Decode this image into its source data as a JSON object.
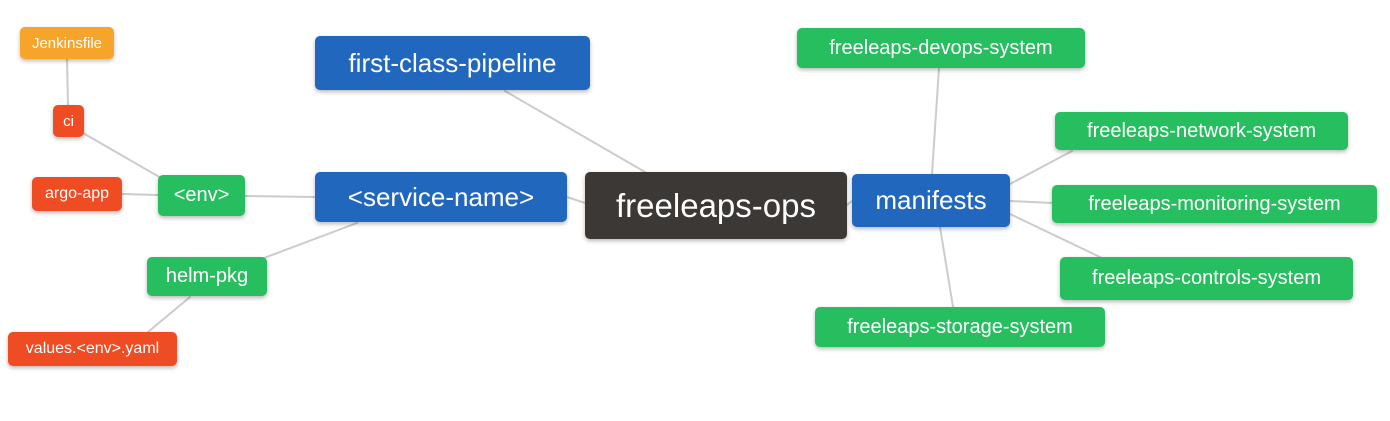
{
  "diagram": {
    "type": "mindmap",
    "root_label": "freeleaps-ops",
    "colors": {
      "orange": "#F7A42B",
      "red": "#F04C23",
      "green": "#27BE60",
      "blue": "#2267BE",
      "dark": "#3B3836",
      "edge": "#CCCCCC",
      "node_text": "#FFFFFF",
      "background": "#FFFFFF"
    },
    "nodes": {
      "jenkinsfile": {
        "label": "Jenkinsfile",
        "color": "orange"
      },
      "ci": {
        "label": "ci",
        "color": "red"
      },
      "argo_app": {
        "label": "argo-app",
        "color": "red"
      },
      "env": {
        "label": "<env>",
        "color": "green"
      },
      "helm_pkg": {
        "label": "helm-pkg",
        "color": "green"
      },
      "values_env_yaml": {
        "label": "values.<env>.yaml",
        "color": "red"
      },
      "first_class_pipeline": {
        "label": "first-class-pipeline",
        "color": "blue"
      },
      "service_name": {
        "label": "<service-name>",
        "color": "blue"
      },
      "freeleaps_ops": {
        "label": "freeleaps-ops",
        "color": "dark"
      },
      "manifests": {
        "label": "manifests",
        "color": "blue"
      },
      "devops_system": {
        "label": "freeleaps-devops-system",
        "color": "green"
      },
      "network_system": {
        "label": "freeleaps-network-system",
        "color": "green"
      },
      "monitoring_system": {
        "label": "freeleaps-monitoring-system",
        "color": "green"
      },
      "controls_system": {
        "label": "freeleaps-controls-system",
        "color": "green"
      },
      "storage_system": {
        "label": "freeleaps-storage-system",
        "color": "green"
      }
    },
    "edges": [
      {
        "from": "Jenkinsfile",
        "to": "ci"
      },
      {
        "from": "ci",
        "to": "<env>"
      },
      {
        "from": "argo-app",
        "to": "<env>"
      },
      {
        "from": "<env>",
        "to": "<service-name>"
      },
      {
        "from": "helm-pkg",
        "to": "<service-name>"
      },
      {
        "from": "values.<env>.yaml",
        "to": "helm-pkg"
      },
      {
        "from": "<service-name>",
        "to": "freeleaps-ops"
      },
      {
        "from": "first-class-pipeline",
        "to": "freeleaps-ops"
      },
      {
        "from": "freeleaps-ops",
        "to": "manifests"
      },
      {
        "from": "manifests",
        "to": "freeleaps-devops-system"
      },
      {
        "from": "manifests",
        "to": "freeleaps-network-system"
      },
      {
        "from": "manifests",
        "to": "freeleaps-monitoring-system"
      },
      {
        "from": "manifests",
        "to": "freeleaps-controls-system"
      },
      {
        "from": "manifests",
        "to": "freeleaps-storage-system"
      }
    ]
  }
}
